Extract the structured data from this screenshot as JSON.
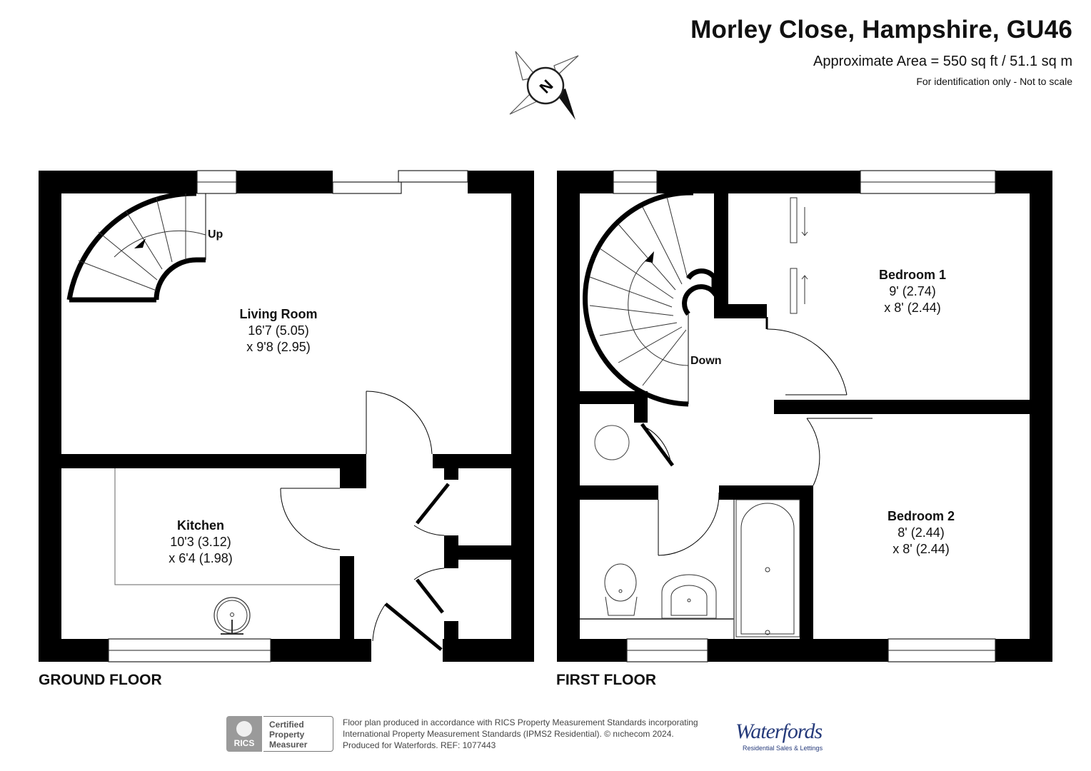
{
  "header": {
    "title": "Morley Close, Hampshire, GU46",
    "area": "Approximate Area = 550 sq ft / 51.1 sq m",
    "note": "For identification only - Not to scale"
  },
  "compass": {
    "letter": "N"
  },
  "floors": {
    "ground": {
      "label": "GROUND FLOOR",
      "stair_label": "Up",
      "rooms": {
        "living": {
          "name": "Living Room",
          "dim1": "16'7 (5.05)",
          "dim2": "x 9'8 (2.95)"
        },
        "kitchen": {
          "name": "Kitchen",
          "dim1": "10'3 (3.12)",
          "dim2": "x 6'4 (1.98)"
        }
      }
    },
    "first": {
      "label": "FIRST FLOOR",
      "stair_label": "Down",
      "rooms": {
        "bedroom1": {
          "name": "Bedroom 1",
          "dim1": "9' (2.74)",
          "dim2": "x 8' (2.44)"
        },
        "bedroom2": {
          "name": "Bedroom 2",
          "dim1": "8' (2.44)",
          "dim2": "x 8' (2.44)"
        }
      }
    }
  },
  "footer": {
    "rics_logo": "RICS",
    "rics_cert": [
      "Certified",
      "Property",
      "Measurer"
    ],
    "lines": [
      "Floor plan produced in accordance with RICS Property Measurement Standards incorporating",
      "International Property Measurement Standards (IPMS2 Residential).  © nıchecom 2024.",
      "Produced for Waterfords.   REF: 1077443"
    ],
    "brand": "Waterfords",
    "brand_tagline": "Residential Sales & Lettings"
  },
  "colors": {
    "wall": "#000000",
    "fixture_line": "#555555",
    "brand": "#253a7a"
  }
}
